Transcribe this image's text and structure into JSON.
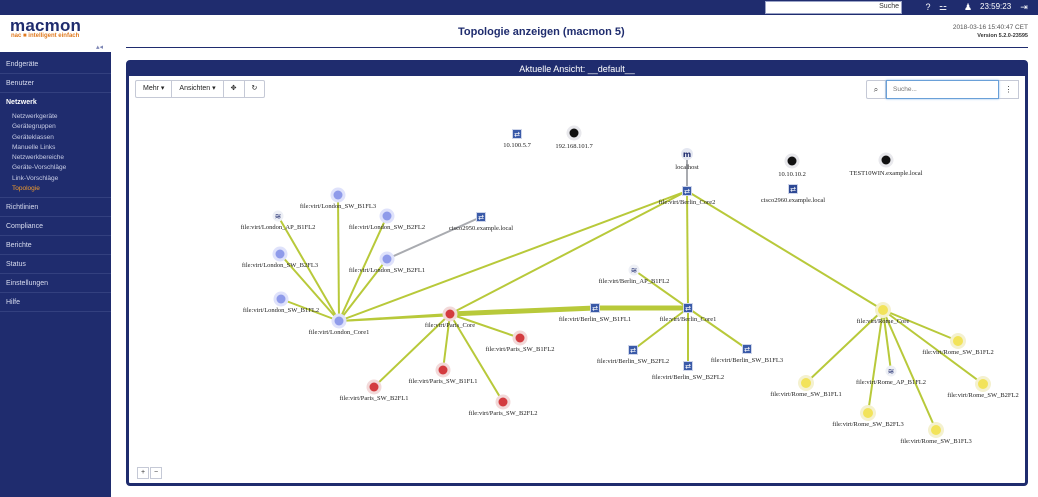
{
  "topbar": {
    "search_label": "Suche",
    "time": "23:59:23",
    "icons": [
      "help-icon",
      "network-icon",
      "user-icon",
      "logout-icon"
    ]
  },
  "brand": {
    "name": "macmon",
    "tagline": "nac ■ intelligent einfach"
  },
  "sidebar": {
    "items": [
      {
        "label": "Endgeräte"
      },
      {
        "label": "Benutzer"
      },
      {
        "label": "Netzwerk"
      },
      {
        "label": "Richtlinien"
      },
      {
        "label": "Compliance"
      },
      {
        "label": "Berichte"
      },
      {
        "label": "Status"
      },
      {
        "label": "Einstellungen"
      },
      {
        "label": "Hilfe"
      }
    ],
    "netzwerk_sub": [
      {
        "label": "Netzwerkgeräte"
      },
      {
        "label": "Gerätegruppen"
      },
      {
        "label": "Geräteklassen"
      },
      {
        "label": "Manuelle Links"
      },
      {
        "label": "Netzwerkbereiche"
      },
      {
        "label": "Geräte-Vorschläge"
      },
      {
        "label": "Link-Vorschläge"
      },
      {
        "label": "Topologie"
      }
    ]
  },
  "header": {
    "title": "Topologie anzeigen (macmon 5)",
    "date": "2018-03-16 15:40:47 CET",
    "version": "Version 5.2.0-23595"
  },
  "panel": {
    "title": "Aktuelle Ansicht: __default__",
    "toolbar": {
      "more": "Mehr ▾",
      "views": "Ansichten ▾",
      "move": "✥",
      "refresh": "↻"
    },
    "search_placeholder": "Suche...",
    "zoom_in": "+",
    "zoom_out": "−"
  },
  "colors": {
    "navy": "#1f2c6e",
    "accent": "#f39c2a",
    "link": "#b8c93a",
    "london": "#8f9bea",
    "paris": "#d33b3f",
    "rome": "#f2e35a",
    "switch": "#3a5aa8"
  },
  "nodes": [
    {
      "id": "n1",
      "label": "10.100.5.7",
      "type": "switch"
    },
    {
      "id": "n2",
      "label": "192.168.101.7",
      "type": "host-black"
    },
    {
      "id": "n3",
      "label": "localhost",
      "type": "macmon"
    },
    {
      "id": "n4",
      "label": "10.10.10.2",
      "type": "host-black"
    },
    {
      "id": "n5",
      "label": "TEST10WIN.example.local",
      "type": "host-black"
    },
    {
      "id": "n6",
      "label": "cisco2960.example.local",
      "type": "switch-box"
    },
    {
      "id": "n7",
      "label": "file:virt/Berlin_Core2",
      "type": "switch"
    },
    {
      "id": "n8",
      "label": "file:virt/London_SW_B1FL3",
      "type": "london"
    },
    {
      "id": "n9",
      "label": "file:virt/London_AP_B1FL2",
      "type": "wifi"
    },
    {
      "id": "n10",
      "label": "file:virt/London_SW_B2FL2",
      "type": "london"
    },
    {
      "id": "n11",
      "label": "cisco2950.example.local",
      "type": "switch"
    },
    {
      "id": "n12",
      "label": "file:virt/London_SW_B2FL3",
      "type": "london"
    },
    {
      "id": "n13",
      "label": "file:virt/London_SW_B2FL1",
      "type": "london"
    },
    {
      "id": "n14",
      "label": "file:virt/London_SW_B1FL2",
      "type": "london"
    },
    {
      "id": "n15",
      "label": "file:virt/London_Core1",
      "type": "london"
    },
    {
      "id": "n16",
      "label": "file:virt/Paris_Core",
      "type": "paris"
    },
    {
      "id": "n17",
      "label": "file:virt/Paris_SW_B1FL2",
      "type": "paris"
    },
    {
      "id": "n18",
      "label": "file:virt/Paris_SW_B1FL1",
      "type": "paris"
    },
    {
      "id": "n19",
      "label": "file:virt/Paris_SW_B2FL1",
      "type": "paris"
    },
    {
      "id": "n20",
      "label": "file:virt/Paris_SW_B2FL2",
      "type": "paris"
    },
    {
      "id": "n21",
      "label": "file:virt/Berlin_AP_B1FL2",
      "type": "wifi"
    },
    {
      "id": "n22",
      "label": "file:virt/Berlin_SW_B1FL1",
      "type": "switch"
    },
    {
      "id": "n23",
      "label": "file:virt/Berlin_Core1",
      "type": "switch"
    },
    {
      "id": "n24",
      "label": "file:virt/Berlin_SW_B2FL2",
      "type": "switch"
    },
    {
      "id": "n25",
      "label": "file:virt/Berlin_SW_B1FL3",
      "type": "switch"
    },
    {
      "id": "n26",
      "label": "file:virt/Berlin_SW_B2FL2",
      "type": "switch"
    },
    {
      "id": "n27",
      "label": "file:virt/Rome_Core",
      "type": "rome"
    },
    {
      "id": "n28",
      "label": "file:virt/Rome_SW_B1FL2",
      "type": "rome"
    },
    {
      "id": "n29",
      "label": "file:virt/Rome_AP_B1FL2",
      "type": "wifi"
    },
    {
      "id": "n30",
      "label": "file:virt/Rome_SW_B1FL1",
      "type": "rome"
    },
    {
      "id": "n31",
      "label": "file:virt/Rome_SW_B2FL2",
      "type": "rome"
    },
    {
      "id": "n32",
      "label": "file:virt/Rome_SW_B2FL3",
      "type": "rome"
    },
    {
      "id": "n33",
      "label": "file:virt/Rome_SW_B1FL3",
      "type": "rome"
    }
  ],
  "links": [
    [
      "n3",
      "n7",
      "gray"
    ],
    [
      "n11",
      "n13",
      "gray"
    ],
    [
      "n7",
      "n15",
      "green"
    ],
    [
      "n7",
      "n16",
      "green"
    ],
    [
      "n7",
      "n23",
      "green"
    ],
    [
      "n7",
      "n27",
      "green"
    ],
    [
      "n8",
      "n15",
      "green"
    ],
    [
      "n9",
      "n15",
      "green"
    ],
    [
      "n10",
      "n15",
      "green"
    ],
    [
      "n12",
      "n15",
      "green"
    ],
    [
      "n13",
      "n15",
      "green"
    ],
    [
      "n14",
      "n15",
      "green"
    ],
    [
      "n15",
      "n16",
      "green"
    ],
    [
      "n15",
      "n22",
      "green"
    ],
    [
      "n16",
      "n22",
      "green-thick"
    ],
    [
      "n22",
      "n23",
      "green-thick"
    ],
    [
      "n16",
      "n17",
      "green"
    ],
    [
      "n16",
      "n18",
      "green"
    ],
    [
      "n16",
      "n19",
      "green"
    ],
    [
      "n16",
      "n20",
      "green"
    ],
    [
      "n21",
      "n23",
      "green"
    ],
    [
      "n23",
      "n24",
      "green"
    ],
    [
      "n23",
      "n25",
      "green"
    ],
    [
      "n23",
      "n26",
      "green"
    ],
    [
      "n27",
      "n28",
      "green"
    ],
    [
      "n27",
      "n29",
      "green"
    ],
    [
      "n27",
      "n30",
      "green"
    ],
    [
      "n27",
      "n31",
      "green"
    ],
    [
      "n27",
      "n32",
      "green"
    ],
    [
      "n27",
      "n33",
      "green"
    ]
  ]
}
